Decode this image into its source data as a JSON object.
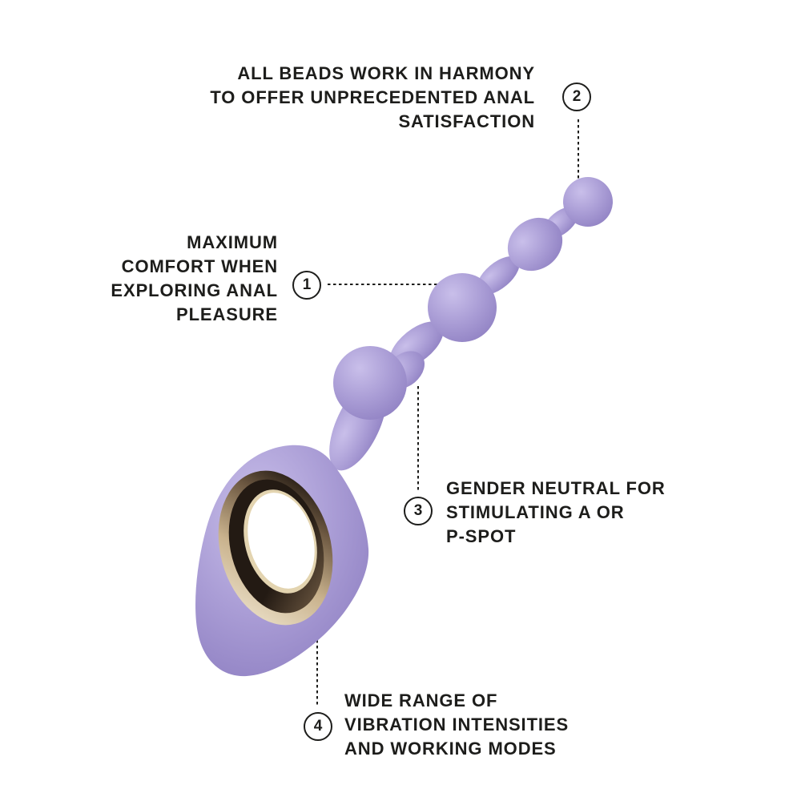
{
  "page": {
    "background": "#ffffff",
    "kind": "product feature infographic"
  },
  "colors": {
    "text": "#1d1d1b",
    "callout_line": "#1d1d1b",
    "badge_bg": "#ffffff",
    "page_bg": "#ffffff",
    "body_light": "#c9bfea",
    "body_mid": "#a99cd5",
    "body_dark": "#8c7dc0",
    "gold_light": "#f4ecd8",
    "gold_mid": "#c9b28d",
    "gold_dark": "#6e5942",
    "ring_dark": "#231a13",
    "ring_rim": "#e3d4b0",
    "hole": "#ffffff"
  },
  "product": {
    "description": "Lilac silicone beaded massager with champagne-gold oval ring handle",
    "bead_count": 4
  },
  "callouts": [
    {
      "number": "1",
      "lines": [
        "MAXIMUM",
        "COMFORT WHEN",
        "EXPLORING ANAL",
        "PLEASURE"
      ]
    },
    {
      "number": "2",
      "lines": [
        "ALL BEADS WORK IN HARMONY",
        "TO OFFER UNPRECEDENTED ANAL",
        "SATISFACTION"
      ]
    },
    {
      "number": "3",
      "lines": [
        "GENDER NEUTRAL FOR",
        "STIMULATING A OR",
        "P-SPOT"
      ]
    },
    {
      "number": "4",
      "lines": [
        "WIDE RANGE OF",
        "VIBRATION INTENSITIES",
        "AND WORKING MODES"
      ]
    }
  ]
}
